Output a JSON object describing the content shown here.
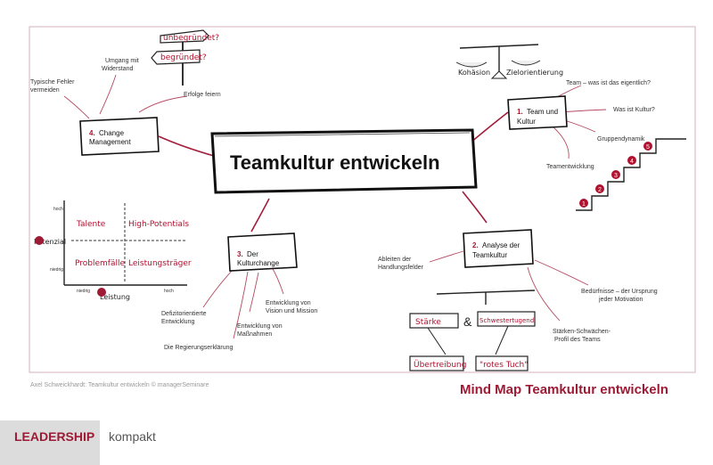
{
  "central_topic": "Teamkultur entwickeln",
  "branches": {
    "b1": {
      "number": "1.",
      "title_line1": "Team und",
      "title_line2": "Kultur",
      "leaves": [
        "Team – was ist das eigentlich?",
        "Was ist Kultur?",
        "Gruppendynamik",
        "Teamentwicklung"
      ]
    },
    "b2": {
      "number": "2.",
      "title_line1": "Analyse der",
      "title_line2": "Teamkultur",
      "leaves": {
        "ableiten_1": "Ableiten der",
        "ableiten_2": "Handlungsfelder",
        "beduerfnisse_1": "Bedürfnisse – der Ursprung",
        "beduerfnisse_2": "jeder Motivation",
        "staerken_1": "Stärken-Schwächen-",
        "staerken_2": "Profil des Teams"
      }
    },
    "b3": {
      "number": "3.",
      "title_line1": "Der",
      "title_line2": "Kulturchange",
      "leaves": {
        "defiz_1": "Defizitorientierte",
        "defiz_2": "Entwicklung",
        "massn_1": "Entwicklung von",
        "massn_2": "Maßnahmen",
        "vision_1": "Entwicklung von",
        "vision_2": "Vision und Mission",
        "regierung": "Die Regierungserklärung"
      }
    },
    "b4": {
      "number": "4.",
      "title_line1": "Change",
      "title_line2": "Management",
      "leaves": {
        "fehler_1": "Typische Fehler",
        "fehler_2": "vermeiden",
        "umgang_1": "Umgang mit",
        "umgang_2": "Widerstand",
        "erfolge": "Erfolge feiern"
      }
    }
  },
  "sketch_texts": {
    "sign_top": "unbegründet?",
    "sign_bottom": "begründet?",
    "scale_left": "Kohäsion",
    "scale_right": "Zielorientierung",
    "matrix_tl": "Talente",
    "matrix_tr": "High-Potentials",
    "matrix_bl": "Problemfälle",
    "matrix_br": "Leistungsträger",
    "axis_y": "Potenzial",
    "axis_x": "Leistung",
    "axis_hoch_y": "hoch",
    "axis_niedrig_y": "niedrig",
    "axis_niedrig_x": "niedrig",
    "axis_hoch_x": "hoch",
    "stairs_numbers": [
      "1",
      "2",
      "3",
      "4",
      "5"
    ],
    "balance_tl": "Stärke",
    "balance_tr": "Schwestertugend",
    "balance_bl": "Übertreibung",
    "balance_br": "\"rotes Tuch\""
  },
  "footer": {
    "credit": "Axel Schweickhardt: Teamkultur entwickeln  © managerSeminare",
    "map_title": "Mind Map Teamkultur entwickeln",
    "brand": "LEADERSHIP",
    "brand_sub": "kompakt"
  },
  "colors": {
    "accent": "#9e1a35",
    "frame": "#c9a0a8",
    "line": "#a31d3a"
  }
}
